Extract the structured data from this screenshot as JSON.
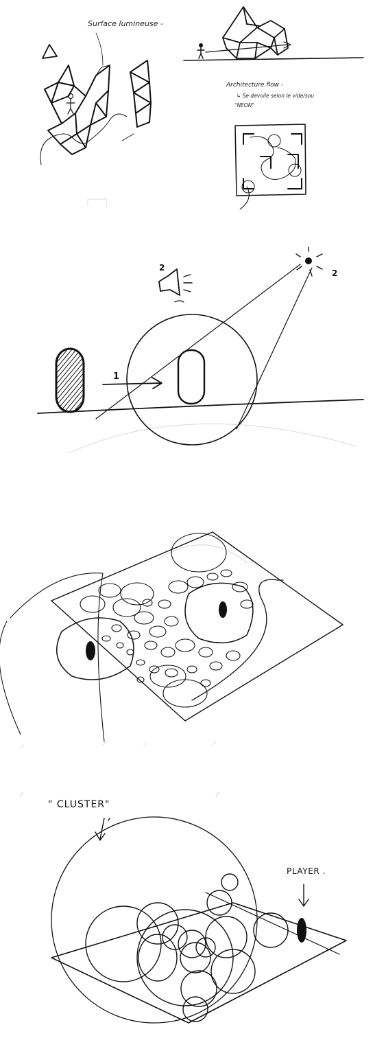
{
  "panel1": {
    "label_surface": "Surface lumineuse -",
    "label_architecture": "Architecture flow -",
    "label_note": "↳ Se devoile selon le vide/sou",
    "label_neon": "\"NEON\""
  },
  "panel2": {
    "marker_1": "1",
    "marker_2_speaker": "2",
    "marker_2_light": "2"
  },
  "panel4": {
    "label_cluster": "\" CLUSTER\"",
    "label_player": "PLAYER ."
  }
}
